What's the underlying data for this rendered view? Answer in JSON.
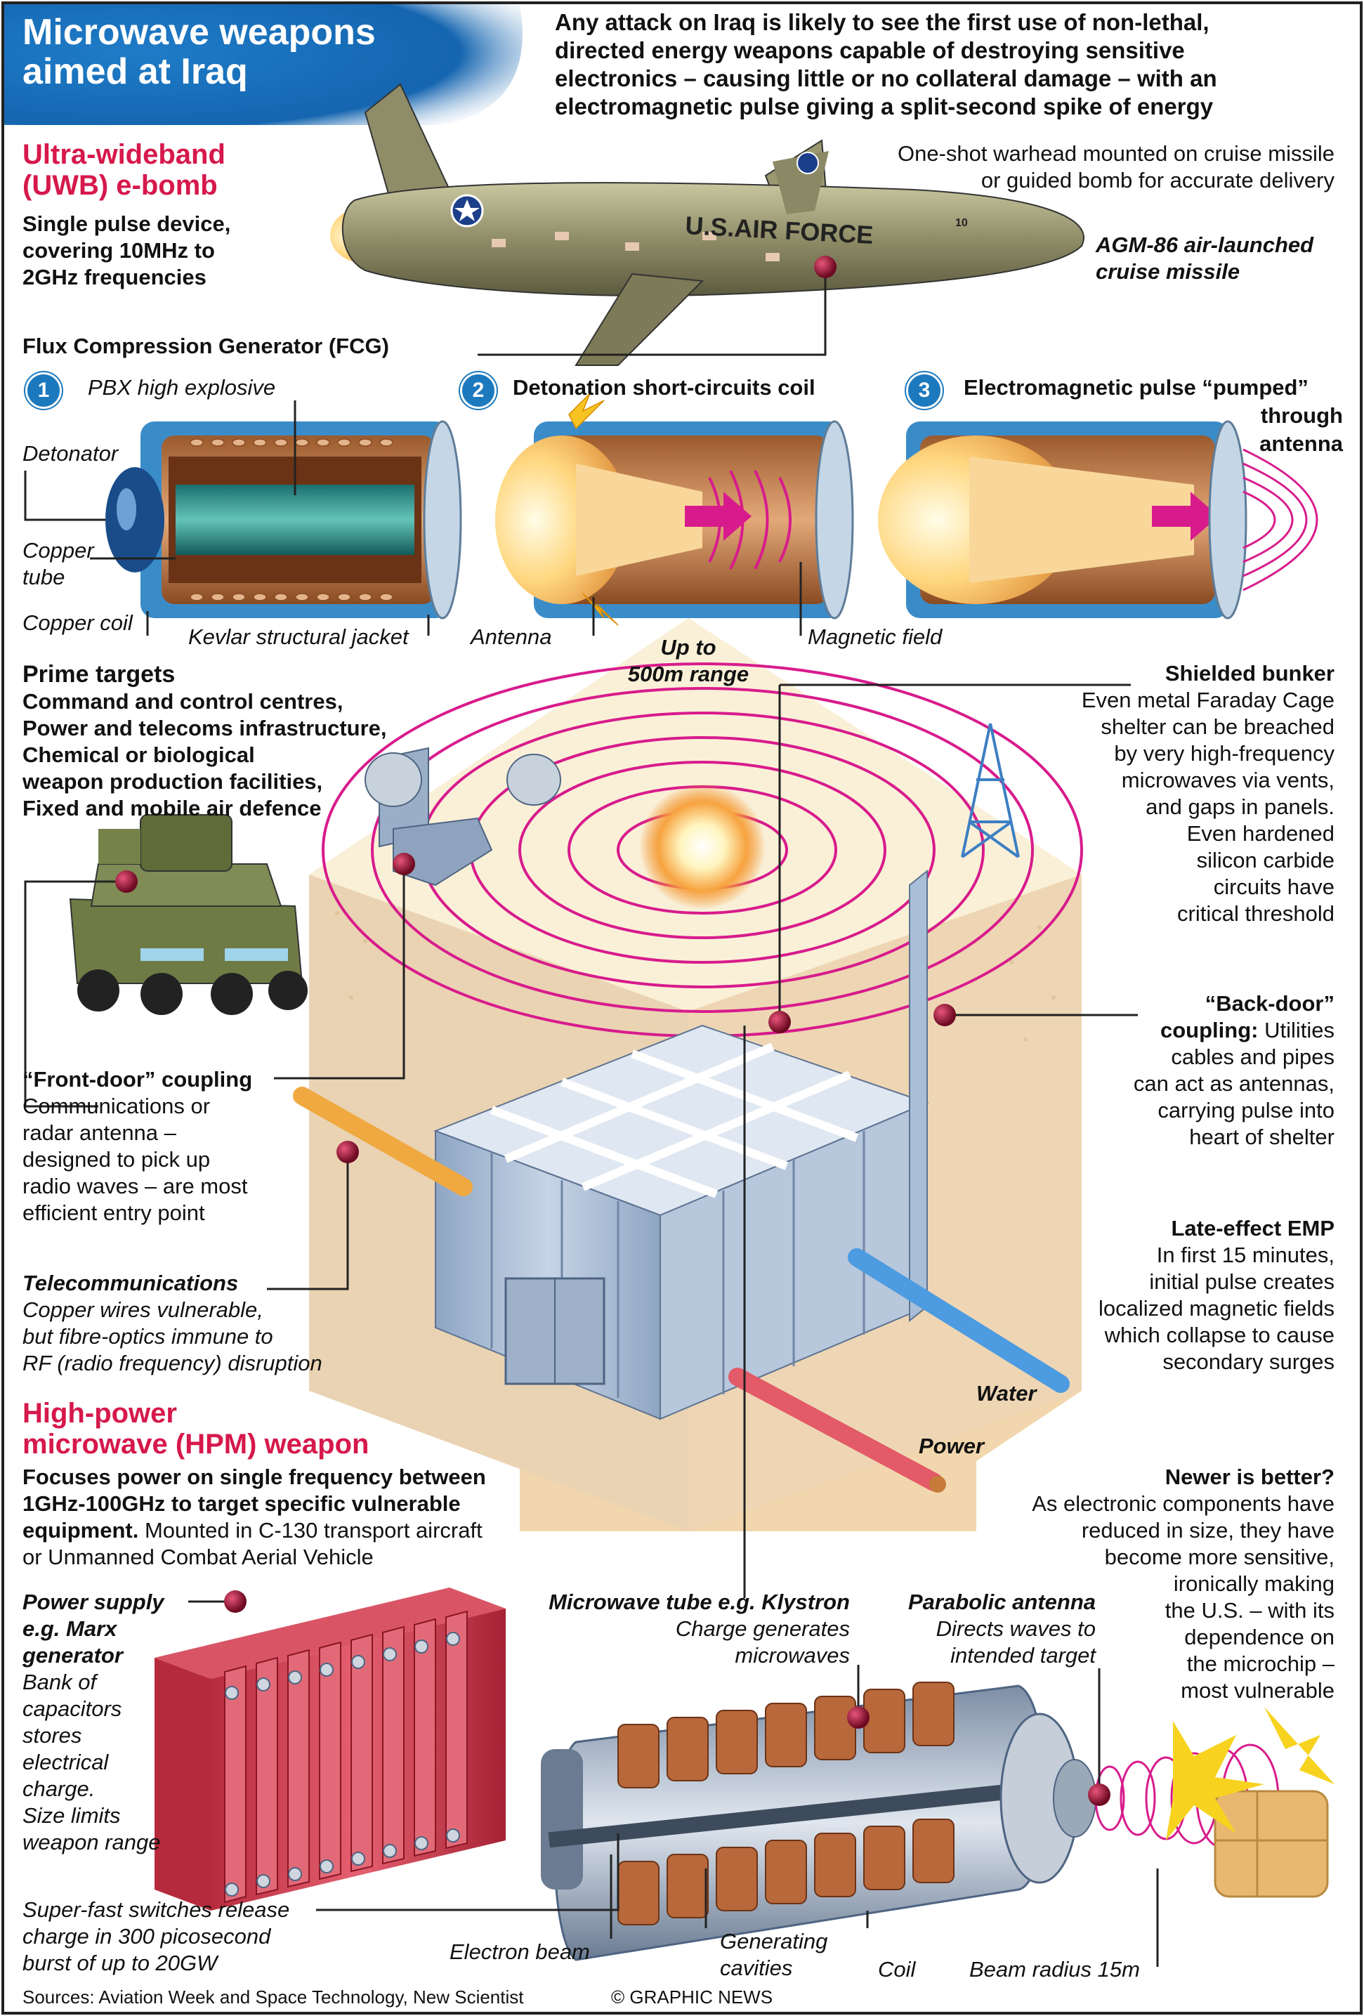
{
  "header": {
    "title_line1": "Microwave weapons",
    "title_line2": "aimed at Iraq",
    "intro_lines": [
      "Any attack on Iraq is likely to see the first use of non-lethal,",
      "directed energy weapons capable of destroying sensitive",
      "electronics – causing little or no collateral damage – with an",
      "electromagnetic pulse giving a split-second spike of energy"
    ]
  },
  "uwb": {
    "heading_line1": "Ultra-wideband",
    "heading_line2": "(UWB) e-bomb",
    "desc_lines": [
      "Single pulse device,",
      "covering 10MHz to",
      "2GHz frequencies"
    ],
    "warhead_lines": [
      "One-shot warhead mounted on cruise missile",
      "or guided bomb for accurate delivery"
    ],
    "missile_lines": [
      "AGM-86 air-launched",
      "cruise missile"
    ],
    "missile_marking": "U.S.AIR FORCE",
    "missile_number": "10",
    "fcg_label": "Flux Compression Generator (FCG)"
  },
  "steps": [
    {
      "number": "1",
      "label": ""
    },
    {
      "number": "2",
      "label": "Detonation short-circuits coil"
    },
    {
      "number": "3",
      "label_line1": "Electromagnetic pulse “pumped”",
      "label_line2": "through",
      "label_line3": "antenna"
    }
  ],
  "fcg_labels": {
    "pbx": "PBX high explosive",
    "detonator": "Detonator",
    "copper_tube_line1": "Copper",
    "copper_tube_line2": "tube",
    "copper_coil": "Copper coil",
    "kevlar": "Kevlar structural jacket",
    "antenna": "Antenna",
    "magnetic_field": "Magnetic field"
  },
  "range": {
    "line1": "Up to",
    "line2": "500m range"
  },
  "prime_targets": {
    "heading": "Prime targets",
    "lines": [
      "Command and control centres,",
      "Power and telecoms infrastructure,",
      "Chemical or biological",
      "weapon production facilities,",
      "Fixed and mobile air defence"
    ]
  },
  "shielded_bunker": {
    "heading": "Shielded bunker",
    "lines": [
      "Even metal Faraday Cage",
      "shelter can be breached",
      "by very high-frequency",
      "microwaves via vents,",
      "and gaps in panels.",
      "Even hardened",
      "silicon carbide",
      "circuits have",
      "critical threshold"
    ]
  },
  "front_door": {
    "heading": "“Front-door” coupling",
    "lines": [
      "Communications or",
      "radar antenna –",
      "designed to pick up",
      "radio waves – are most",
      "efficient entry point"
    ]
  },
  "back_door": {
    "heading_line1": "“Back-door”",
    "heading_line2": "coupling:",
    "text_line2": " Utilities",
    "lines": [
      "cables and pipes",
      "can act as antennas,",
      "carrying pulse into",
      "heart of shelter"
    ]
  },
  "telecom": {
    "heading": "Telecommunications",
    "lines": [
      "Copper wires vulnerable,",
      "but fibre-optics immune to",
      "RF (radio frequency) disruption"
    ]
  },
  "late_emp": {
    "heading": "Late-effect EMP",
    "lines": [
      "In first 15 minutes,",
      "initial pulse creates",
      "localized magnetic fields",
      "which collapse to cause",
      "secondary surges"
    ]
  },
  "pipes": {
    "water": "Water",
    "power": "Power"
  },
  "hpm": {
    "heading_line1": "High-power",
    "heading_line2": "microwave (HPM) weapon",
    "bold_line1": "Focuses power on single frequency between",
    "bold_line2": "1GHz-100GHz to target specific vulnerable",
    "bold_line3": "equipment.",
    "text_line3": " Mounted in C-130 transport aircraft",
    "text_line4": "or Unmanned Combat Aerial Vehicle"
  },
  "newer": {
    "heading": "Newer is better?",
    "lines": [
      "As electronic components have",
      "reduced in size, they have",
      "become more sensitive,",
      "ironically making",
      "the U.S. – with its",
      "dependence on",
      "the microchip –",
      "most vulnerable"
    ]
  },
  "power_supply": {
    "heading_lines": [
      "Power supply",
      "e.g. Marx",
      "generator"
    ],
    "lines": [
      "Bank of",
      "capacitors",
      "stores",
      "electrical",
      "charge.",
      "Size limits",
      "weapon range"
    ]
  },
  "klystron": {
    "heading": "Microwave tube e.g. Klystron",
    "lines": [
      "Charge generates",
      "microwaves"
    ]
  },
  "parabolic": {
    "heading": "Parabolic antenna",
    "lines": [
      "Directs waves to",
      "intended target"
    ]
  },
  "switches": {
    "lines": [
      "Super-fast switches release",
      "charge in 300 picosecond",
      "burst of up to 20GW"
    ]
  },
  "bottom_labels": {
    "electron_beam": "Electron beam",
    "generating_line1": "Generating",
    "generating_line2": "cavities",
    "coil": "Coil",
    "beam_radius": "Beam radius 15m"
  },
  "footer": {
    "sources": "Sources: Aviation Week and Space Technology, New Scientist",
    "credit": "© GRAPHIC NEWS"
  },
  "colors": {
    "accent_red": "#d6184b",
    "blue": "#1c79bd",
    "magenta": "#d81b8c",
    "sand": "#f2d7ae",
    "steel": "#a9bfd8"
  }
}
